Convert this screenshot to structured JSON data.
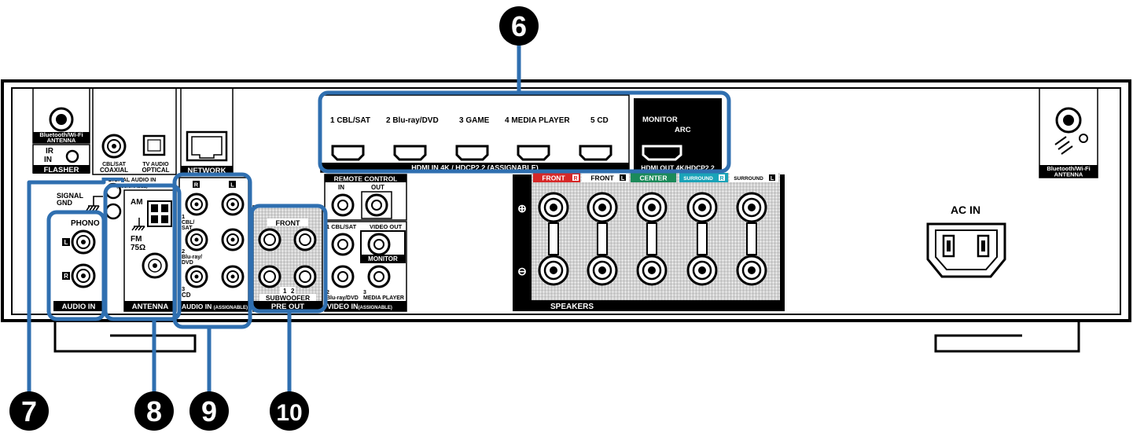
{
  "callouts": {
    "c6": "6",
    "c7": "7",
    "c8": "8",
    "c9": "9",
    "c10": "10"
  },
  "bt_antenna_left": {
    "line1": "Bluetooth/Wi-Fi",
    "line2": "ANTENNA"
  },
  "bt_antenna_right": {
    "line1": "Bluetooth/Wi-Fi",
    "line2": "ANTENNA"
  },
  "flasher": {
    "ir": "IR",
    "in": "IN",
    "title": "FLASHER"
  },
  "coaxial": {
    "label": "CBL/SAT",
    "title": "COAXIAL"
  },
  "optical": {
    "label": "TV AUDIO",
    "title": "OPTICAL"
  },
  "digital_audio_in": {
    "line1": "DIGITAL AUDIO IN",
    "line2": "(ASSIGNABLE)"
  },
  "network": {
    "title": "NETWORK"
  },
  "signal_gnd": {
    "line1": "SIGNAL",
    "line2": "GND"
  },
  "phono": {
    "title": "PHONO",
    "l": "L",
    "r": "R",
    "footer": "AUDIO IN"
  },
  "antenna": {
    "am": "AM",
    "fm": "FM",
    "ohm": "75Ω",
    "footer": "ANTENNA"
  },
  "audio_in_assignable": {
    "r": "R",
    "l": "L",
    "in1a": "1",
    "in1b": "CBL/",
    "in1c": "SAT",
    "in2a": "2",
    "in2b": "Blu-ray/",
    "in2c": "DVD",
    "in3a": "3",
    "in3b": "CD",
    "footer": "AUDIO IN",
    "footer_sub": "(ASSIGNABLE)"
  },
  "pre_out": {
    "front": "FRONT",
    "sub1": "1",
    "sub2": "2",
    "subwoofer": "SUBWOOFER",
    "footer": "PRE OUT"
  },
  "remote_control": {
    "title": "REMOTE CONTROL",
    "in": "IN",
    "out": "OUT"
  },
  "video_in": {
    "in1": "1 CBL/SAT",
    "video_out": "VIDEO OUT",
    "monitor": "MONITOR",
    "in2a": "2",
    "in2b": "Blu-ray/DVD",
    "in3a": "3",
    "in3b": "MEDIA PLAYER",
    "footer": "VIDEO IN",
    "footer_sub": "(ASSIGNABLE)"
  },
  "hdmi_in": {
    "p1": "1 CBL/SAT",
    "p2": "2 Blu-ray/DVD",
    "p3": "3 GAME",
    "p4": "4 MEDIA PLAYER",
    "p5": "5 CD",
    "footer": "HDMI IN  4K / HDCP2.2 (ASSIGNABLE)"
  },
  "hdmi_out": {
    "monitor": "MONITOR",
    "arc": "ARC",
    "footer": "HDMI OUT 4K/HDCP2.2"
  },
  "speakers": {
    "front_r": "FRONT",
    "front_r_ch": "R",
    "front_l": "FRONT",
    "front_l_ch": "L",
    "center": "CENTER",
    "surround_r": "SURROUND",
    "surround_r_ch": "R",
    "surround_l": "SURROUND",
    "surround_l_ch": "L",
    "plus": "⊕",
    "minus": "⊖",
    "footer": "SPEAKERS"
  },
  "ac_in": {
    "title": "AC IN"
  },
  "colors": {
    "callout_line": "#2f6fb0",
    "front_r": "#d62828",
    "center": "#1b8a5a",
    "surround_r": "#1aa3b8",
    "body": "#000000"
  }
}
